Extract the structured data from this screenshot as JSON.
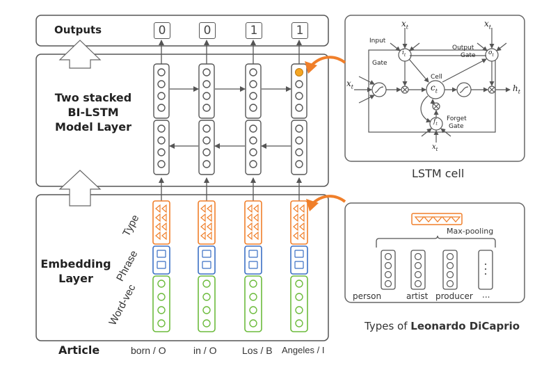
{
  "left": {
    "outputs_label": "Outputs",
    "outputs": [
      "0",
      "0",
      "1",
      "1"
    ],
    "bilstm_label": [
      "Two stacked",
      "BI-LSTM",
      "Model Layer"
    ],
    "embedding_label": [
      "Embedding",
      "Layer"
    ],
    "article_label": "Article",
    "tokens": [
      "born / O",
      "in / O",
      "Los / B",
      "Angeles / I"
    ],
    "side_labels": [
      "Type",
      "Phrase",
      "Word-vec"
    ]
  },
  "lstm_cell": {
    "caption": "LSTM cell",
    "input_gate": [
      "Input",
      "Gate"
    ],
    "output_gate": [
      "Output",
      "Gate"
    ],
    "cell": "Cell",
    "forget_gate": [
      "Forget",
      "Gate"
    ],
    "x_t": "x",
    "h_t": "h",
    "sub_t": "t",
    "i_t": "i",
    "o_t": "o",
    "c_t": "c",
    "f_t": "f"
  },
  "types_panel": {
    "max_pooling": "Max-pooling",
    "types": [
      "person",
      "artist",
      "producer",
      "..."
    ],
    "caption_prefix": "Types of ",
    "caption_bold": "Leonardo DiCaprio"
  },
  "colors": {
    "type": "#f07f2a",
    "phrase": "#3a6fc4",
    "wordvec": "#6cbb3c",
    "highlight": "#f5a623",
    "gray": "#555555"
  }
}
